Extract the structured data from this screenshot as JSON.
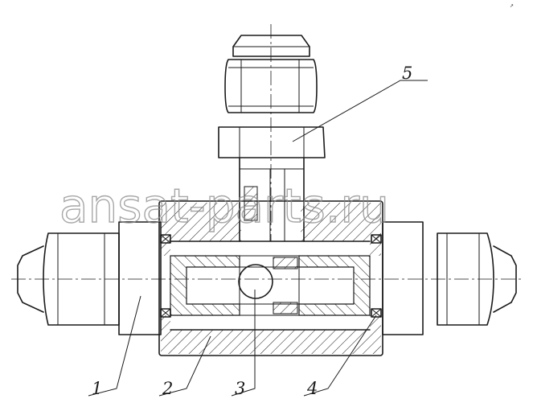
{
  "drawing": {
    "watermark": "ansat-parts.ru",
    "corner_mark": "↗",
    "callouts": [
      {
        "label": "1"
      },
      {
        "label": "2"
      },
      {
        "label": "3"
      },
      {
        "label": "4"
      },
      {
        "label": "5"
      }
    ]
  }
}
